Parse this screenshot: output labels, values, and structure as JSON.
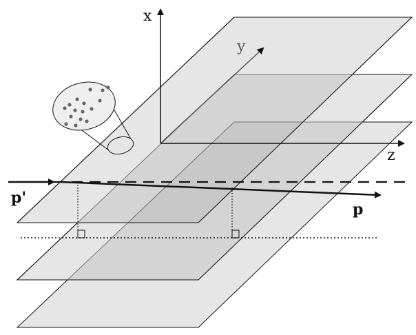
{
  "axes": {
    "x_label": "x",
    "y_label": "y",
    "z_label": "z"
  },
  "labels": {
    "incoming_beam": "p'",
    "outgoing_beam": "p"
  },
  "colors": {
    "plane_fill": "#e6e6e6",
    "plane_overlap": "#cfcfcf",
    "stroke": "#111111",
    "dot": "#666666"
  }
}
